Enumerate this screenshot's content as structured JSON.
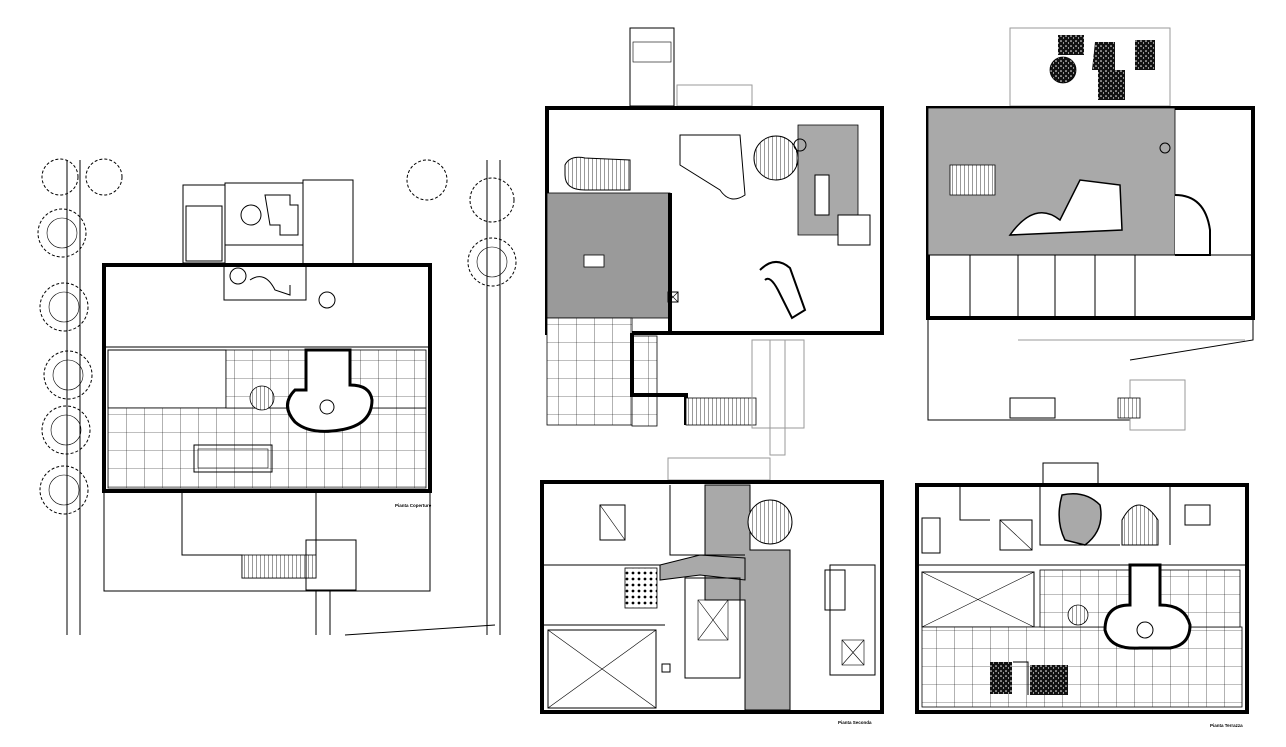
{
  "plans": [
    {
      "id": "roof",
      "label": "Pianta Coperture"
    },
    {
      "id": "ground",
      "label": ""
    },
    {
      "id": "first",
      "label": ""
    },
    {
      "id": "second",
      "label": "Pianta Seconda"
    },
    {
      "id": "third",
      "label": "Pianta Terrazza"
    }
  ],
  "colors": {
    "line": "#000000",
    "hatch": "#8e8e8e",
    "paper": "#ffffff"
  }
}
